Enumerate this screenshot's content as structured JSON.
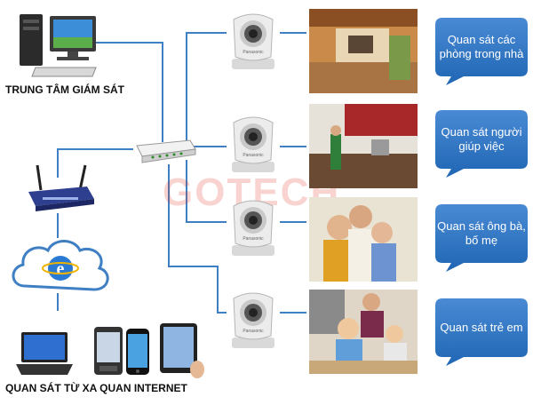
{
  "labels": {
    "monitoring_center": "TRUNG TÂM GIÁM SÁT",
    "remote_internet": "QUAN SÁT TỪ XA QUAN INTERNET"
  },
  "watermark": "GOTECH",
  "camera_brand": "Panasonic",
  "bubbles": [
    "Quan sát các phòng trong nhà",
    "Quan sát người giúp việc",
    "Quan sát ông bà, bố mẹ",
    "Quan sát trẻ em"
  ],
  "colors": {
    "bubble": "#1f66b4",
    "bubble_light": "#4a8ad4",
    "lines": "#3f7fc4",
    "watermark": "#e03a2a"
  }
}
